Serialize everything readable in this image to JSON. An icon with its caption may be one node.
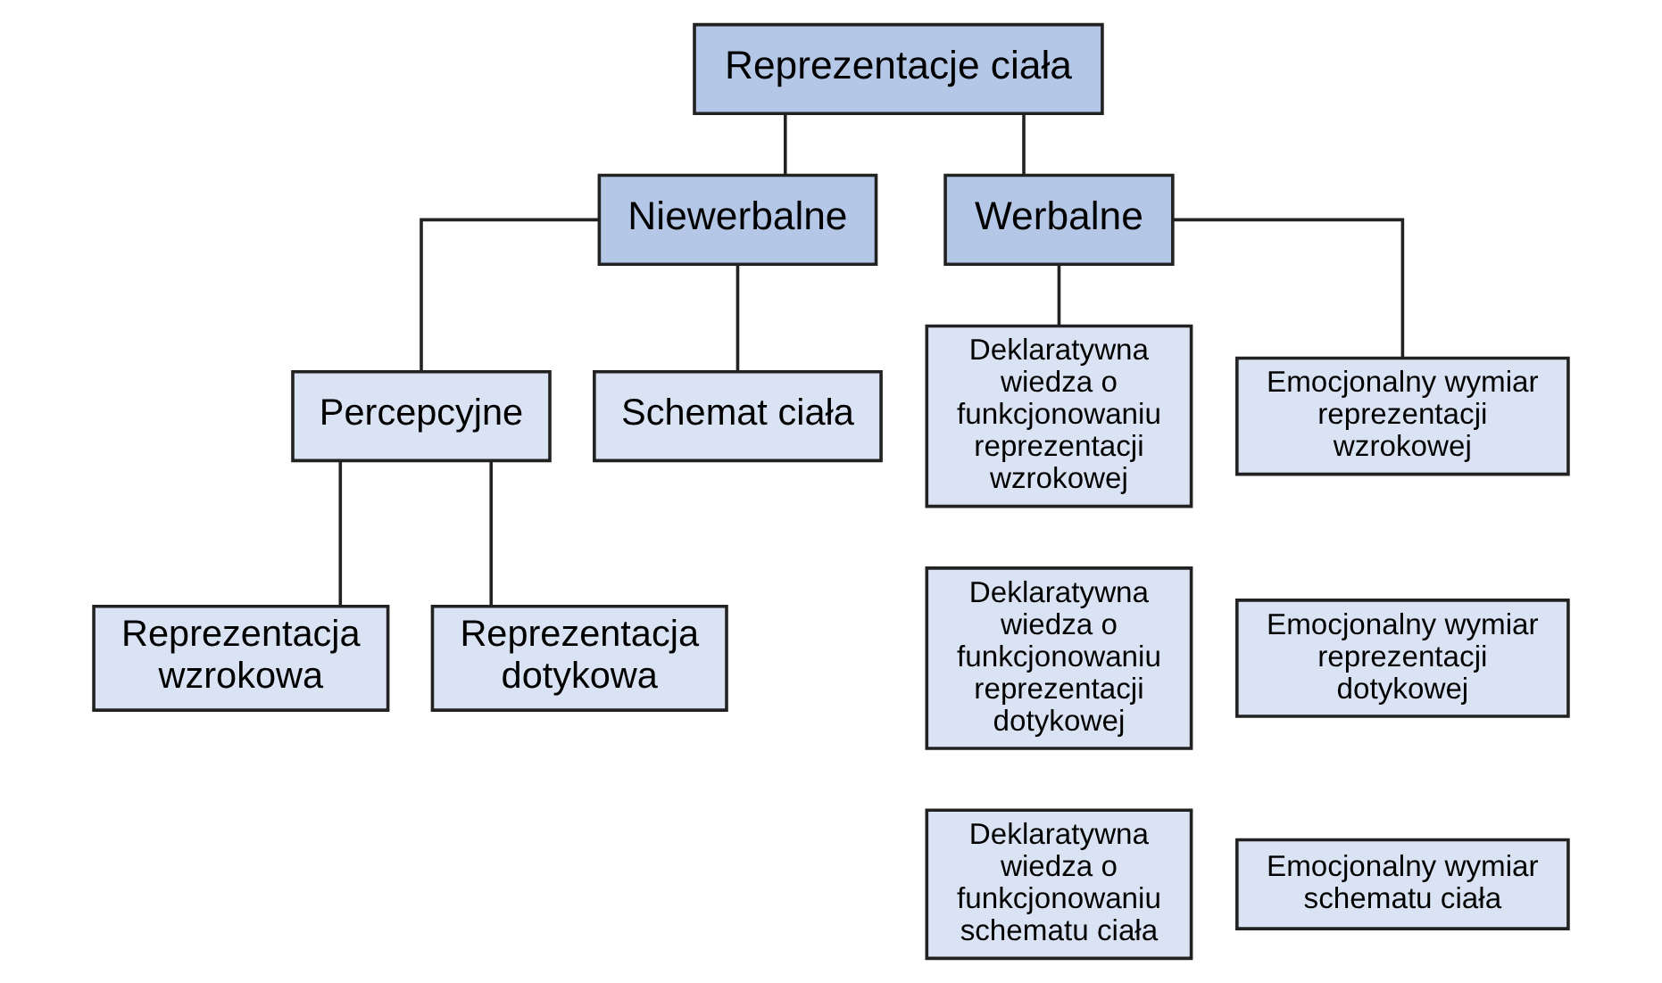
{
  "diagram": {
    "nodes": [
      {
        "text": [
          "Reprezentacje ciała"
        ]
      },
      {
        "text": [
          "Niewerbalne"
        ]
      },
      {
        "text": [
          "Werbalne"
        ]
      },
      {
        "text": [
          "Percepcyjne"
        ]
      },
      {
        "text": [
          "Schemat ciała"
        ]
      },
      {
        "text": [
          "Reprezentacja wzrokowa"
        ]
      },
      {
        "text": [
          "Reprezentacja dotykowa"
        ]
      },
      {
        "text": [
          "Deklaratywna wiedza o funkcjonowaniu reprezentacji wzrokowej"
        ]
      },
      {
        "text": [
          "Deklaratywna wiedza o funkcjonowaniu reprezentacji dotykowej"
        ]
      },
      {
        "text": [
          "Deklaratywna wiedza o funkcjonowaniu schematu ciała"
        ]
      },
      {
        "text": [
          "Emocjonalny wymiar reprezentacji wzrokowej"
        ]
      },
      {
        "text": [
          "Emocjonalny wymiar reprezentacji dotykowej"
        ]
      },
      {
        "text": [
          "Emocjonalny wymiar schematu ciała"
        ]
      }
    ],
    "edges": [
      {
        "from": 0,
        "to": 1,
        "arrow": "none"
      },
      {
        "from": 0,
        "to": 2,
        "arrow": "none"
      },
      {
        "from": 1,
        "to": 3,
        "arrow": "none"
      },
      {
        "from": 1,
        "to": 4,
        "arrow": "none"
      },
      {
        "from": 3,
        "to": 5,
        "arrow": "none"
      },
      {
        "from": 3,
        "to": 6,
        "arrow": "none"
      },
      {
        "from": 2,
        "to": 7,
        "arrow": "none"
      },
      {
        "from": 2,
        "to": 10,
        "arrow": "none"
      }
    ]
  }
}
